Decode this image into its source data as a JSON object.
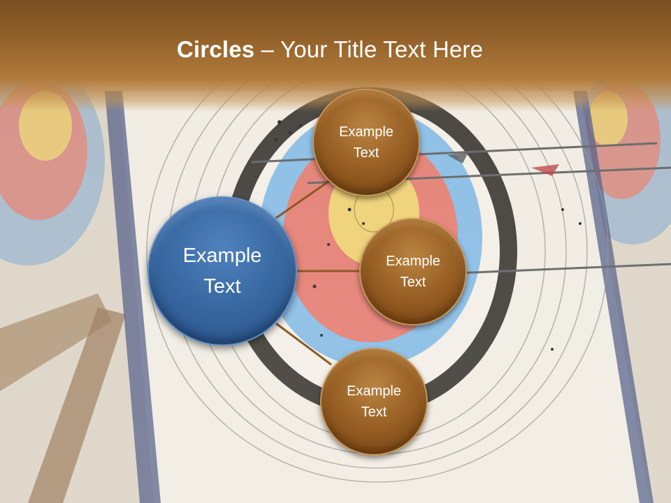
{
  "title": {
    "bold": "Circles",
    "rest": " – Your Title Text Here"
  },
  "center_circle": {
    "line1": "Example",
    "line2": "Text",
    "color": "#3a6aa4"
  },
  "satellites": [
    {
      "line1": "Example",
      "line2": "Text"
    },
    {
      "line1": "Example",
      "line2": "Text"
    },
    {
      "line1": "Example",
      "line2": "Text"
    }
  ],
  "colors": {
    "title_band": "#8f5e28",
    "satellite": "#9a6226",
    "connector": "#8b5a24"
  }
}
